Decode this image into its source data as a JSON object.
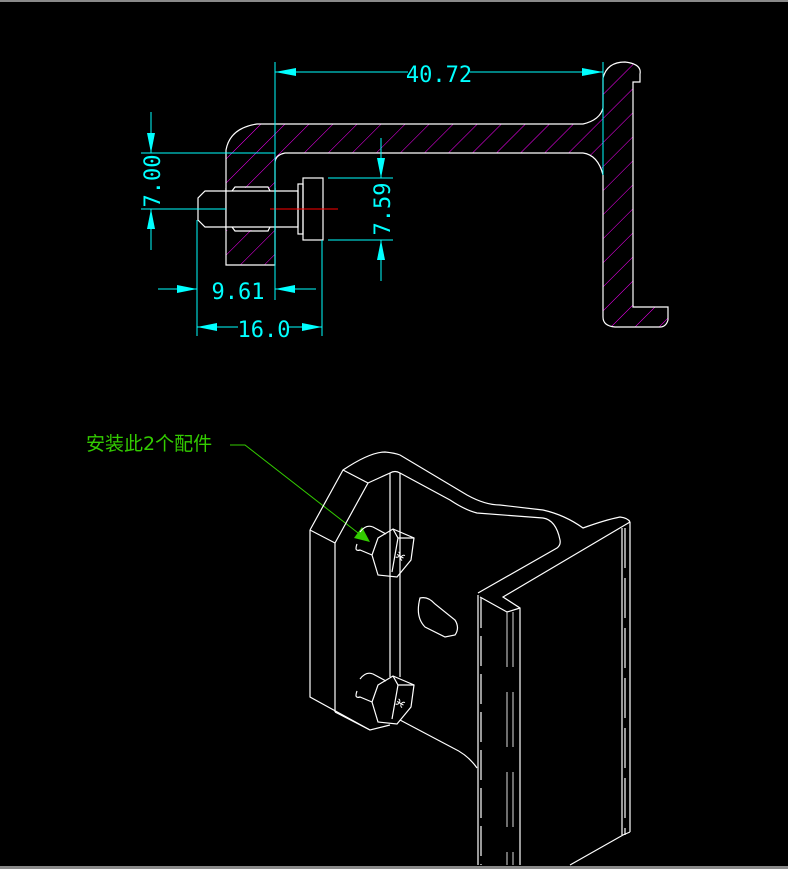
{
  "drawing": {
    "dimensions": {
      "width_top": "40.72",
      "height_left": "7.00",
      "height_head": "7.59",
      "length_inner": "9.61",
      "length_total": "16.0"
    },
    "annotation": "安装此2个配件",
    "colors": {
      "background": "#000000",
      "dimension": "#00ffff",
      "hatch": "#ff00ff",
      "outline": "#ffffff",
      "annotation": "#33cc00",
      "centerline": "#ff0000"
    }
  }
}
